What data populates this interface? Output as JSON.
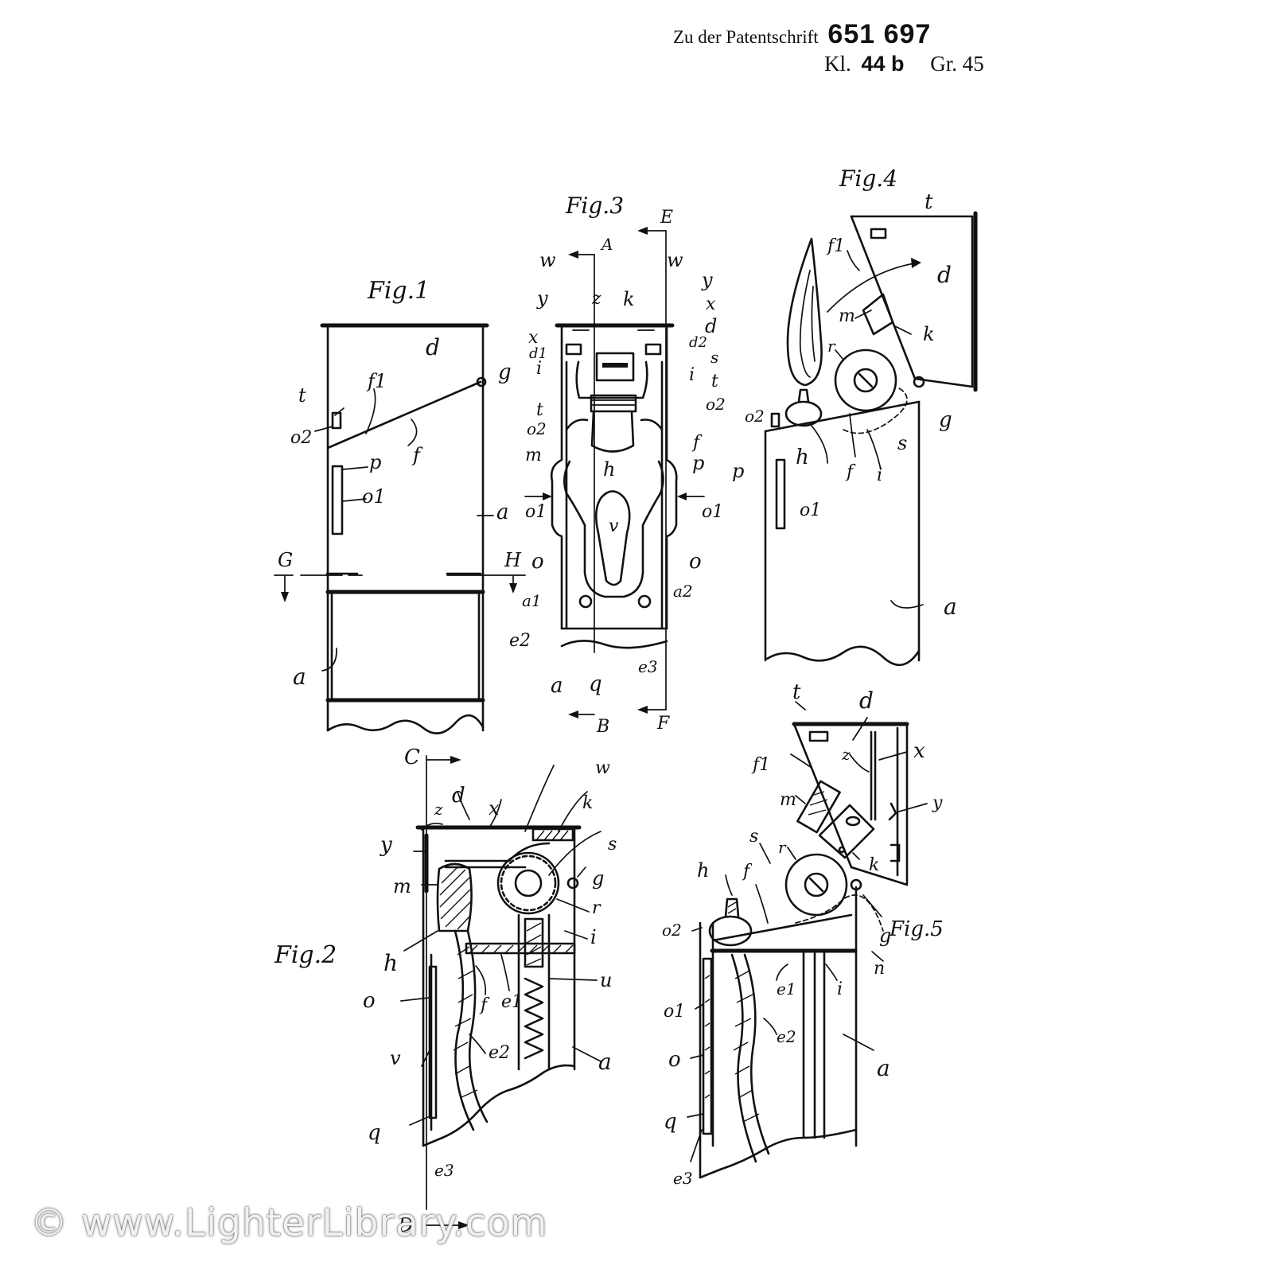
{
  "header": {
    "prefix": "Zu der Patentschrift",
    "number": "651 697",
    "kl_label": "Kl.",
    "kl_value": "44 b",
    "gr_label": "Gr. 45"
  },
  "figures": {
    "fig1": {
      "title": "Fig.1",
      "labels": {
        "d": "d",
        "f1": "f1",
        "g": "g",
        "t": "t",
        "o2": "o2",
        "f": "f",
        "p": "p",
        "o1": "o1",
        "a_upper": "a",
        "G": "G",
        "H": "H",
        "a_lower": "a"
      }
    },
    "fig2": {
      "title": "Fig.2",
      "labels": {
        "C": "C",
        "d": "d",
        "z": "z",
        "x": "x",
        "w": "w",
        "k": "k",
        "y": "y",
        "s": "s",
        "m": "m",
        "g": "g",
        "r": "r",
        "i": "i",
        "h": "h",
        "o": "o",
        "f": "f",
        "e1": "e1",
        "u": "u",
        "v": "v",
        "e2": "e2",
        "a": "a",
        "q": "q",
        "e3": "e3",
        "D": "D"
      }
    },
    "fig3": {
      "title": "Fig.3",
      "labels": {
        "E": "E",
        "A": "A",
        "w_left": "w",
        "w_right": "w",
        "y_left": "y",
        "y_right": "y",
        "z": "z",
        "k": "k",
        "x_left": "x",
        "x_right": "x",
        "d": "d",
        "d1": "d1",
        "d2": "d2",
        "s": "s",
        "i_left": "i",
        "i_right": "i",
        "t_left": "t",
        "t_right": "t",
        "o2_left": "o2",
        "o2_right": "o2",
        "m": "m",
        "h": "h",
        "f": "f",
        "p": "p",
        "o1_left": "o1",
        "o1_right": "o1",
        "v": "v",
        "o_left": "o",
        "o_right": "o",
        "a1": "a1",
        "a2": "a2",
        "e2": "e2",
        "e3": "e3",
        "a": "a",
        "q": "q",
        "B": "B",
        "F": "F"
      }
    },
    "fig4": {
      "title": "Fig.4",
      "labels": {
        "t": "t",
        "f1": "f1",
        "d": "d",
        "m": "m",
        "k": "k",
        "r": "r",
        "o2": "o2",
        "g": "g",
        "s": "s",
        "h": "h",
        "f": "f",
        "i": "i",
        "p": "p",
        "o1": "o1",
        "a": "a"
      }
    },
    "fig5": {
      "title": "Fig.5",
      "labels": {
        "t": "t",
        "d": "d",
        "f1": "f1",
        "z": "z",
        "x": "x",
        "y": "y",
        "m": "m",
        "s": "s",
        "r": "r",
        "k": "k",
        "h": "h",
        "f": "f",
        "g": "g",
        "n": "n",
        "o2": "o2",
        "e1": "e1",
        "i": "i",
        "o1": "o1",
        "e2": "e2",
        "o": "o",
        "a": "a",
        "q": "q",
        "e3": "e3"
      }
    }
  },
  "watermark": "© www.LighterLibrary.com"
}
